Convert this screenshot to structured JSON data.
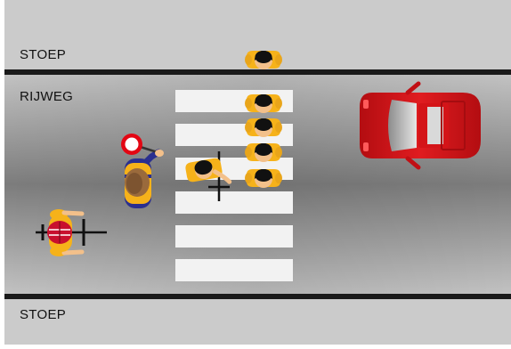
{
  "labels": {
    "sidewalk_top": "STOEP",
    "roadway": "RIJWEG",
    "sidewalk_bottom": "STOEP"
  },
  "colors": {
    "sidewalk": "#cbcbcb",
    "road_edge": "#bdbdbd",
    "road_center": "#7a7a7a",
    "curb_line": "#1a1a1a",
    "zebra_stripe": "#f2f2f2",
    "car_body": "#d41418",
    "pedestrian_shirt": "#f6b21a",
    "hair": "#111111",
    "stop_sign": "#e30613",
    "guard_jacket": "#2a2f8f",
    "cyclist_helmet": "#c8102e"
  },
  "scene": {
    "pedestrians_on_crossing": 4,
    "pedestrians_on_sidewalk": 1,
    "zebra_stripes": 6,
    "icons": [
      "pedestrian-icon",
      "crossing-guard-icon",
      "stop-sign-icon",
      "cyclist-icon",
      "child-with-scooter-icon",
      "red-car-icon"
    ]
  }
}
